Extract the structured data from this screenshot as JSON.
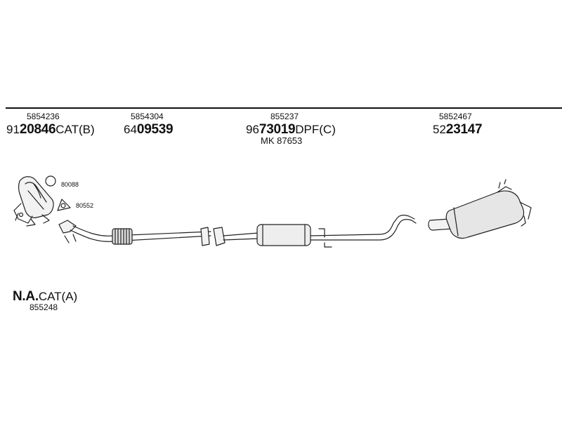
{
  "parts": [
    {
      "id": "cat-b",
      "top_number": "5854236",
      "prefix": "91",
      "code": "20846",
      "suffix": "CAT(B)"
    },
    {
      "id": "front-pipe",
      "top_number": "5854304",
      "prefix": "64",
      "code": "09539",
      "suffix": ""
    },
    {
      "id": "dpf",
      "top_number": "855237",
      "prefix": "96",
      "code": "73019",
      "suffix": "DPF(C)",
      "extra": "MK 87653"
    },
    {
      "id": "rear-muffler",
      "top_number": "5852467",
      "prefix": "52",
      "code": "23147",
      "suffix": ""
    }
  ],
  "small_parts": [
    {
      "id": "gasket-ring",
      "label": "80088"
    },
    {
      "id": "gasket-triangle",
      "label": "80552"
    }
  ],
  "cat_a": {
    "code": "N.A.",
    "suffix": "CAT(A)",
    "number": "855248"
  }
}
